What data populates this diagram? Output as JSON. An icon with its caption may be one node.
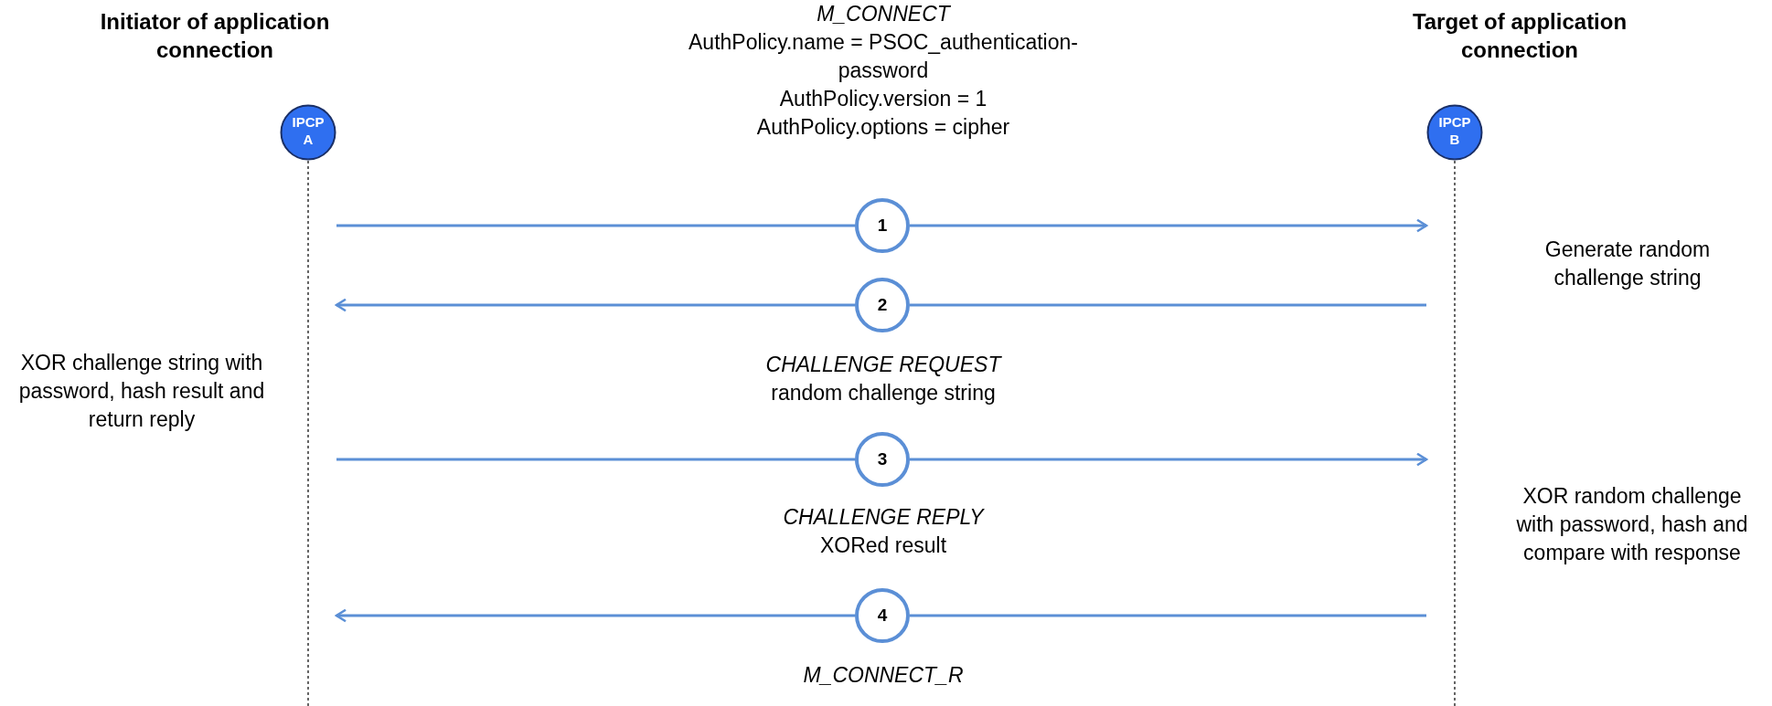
{
  "diagram": {
    "nodes": [
      {
        "text": [
          "IPCP A"
        ],
        "beside": [
          "Initiator of application connection"
        ]
      },
      {
        "text": [
          "IPCP B"
        ],
        "beside": [
          "Target of application connection"
        ]
      },
      {
        "text": [
          "1"
        ]
      },
      {
        "text": [
          "2"
        ],
        "beside": [
          "CHALLENGE REQUEST"
        ]
      },
      {
        "text": [
          "3"
        ],
        "beside": [
          "CHALLENGE REPLY"
        ]
      },
      {
        "text": [
          "4"
        ],
        "beside": [
          "M_CONNECT_R"
        ]
      }
    ],
    "edges": [
      {
        "from": 0,
        "to": 2,
        "arrow": "none"
      },
      {
        "from": 2,
        "to": 1,
        "arrow": "to"
      },
      {
        "from": 1,
        "to": 3,
        "arrow": "none"
      },
      {
        "from": 3,
        "to": 0,
        "arrow": "to"
      },
      {
        "from": 0,
        "to": 4,
        "arrow": "none"
      },
      {
        "from": 4,
        "to": 1,
        "arrow": "to"
      },
      {
        "from": 1,
        "to": 5,
        "arrow": "none"
      },
      {
        "from": 5,
        "to": 0,
        "arrow": "to"
      }
    ],
    "labels": [
      "M_CONNECT",
      "AuthPolicy.name = PSOC_authentication-password",
      "AuthPolicy.version = 1",
      "AuthPolicy.options = cipher",
      "Generate random challenge string",
      "XOR challenge string with password, hash result and return reply",
      "random challenge string",
      "XOR random challenge with password, hash and compare with response",
      "XORed result"
    ]
  }
}
